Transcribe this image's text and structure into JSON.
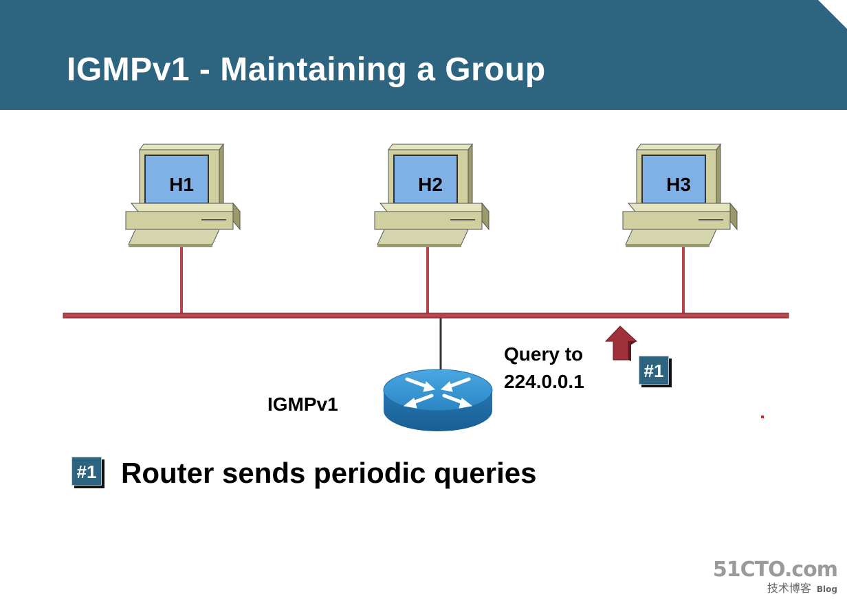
{
  "title": "IGMPv1 - Maintaining a Group",
  "hosts": [
    {
      "label": "H1"
    },
    {
      "label": "H2"
    },
    {
      "label": "H3"
    }
  ],
  "router": {
    "label": "IGMPv1",
    "icon": "router-icon"
  },
  "query": {
    "line1": "Query to",
    "line2": "224.0.0.1",
    "badge": "#1"
  },
  "legend": {
    "badge": "#1",
    "text": "Router sends periodic queries"
  },
  "watermark": {
    "main": "51CTO.com",
    "sub": "技术博客",
    "blog": "Blog"
  },
  "colors": {
    "header": "#2d6480",
    "cable": "#b5464e",
    "screen": "#7fb0e6",
    "case": "#cfcf9f",
    "router": "#2a87c6",
    "arrow": "#b0333e"
  }
}
